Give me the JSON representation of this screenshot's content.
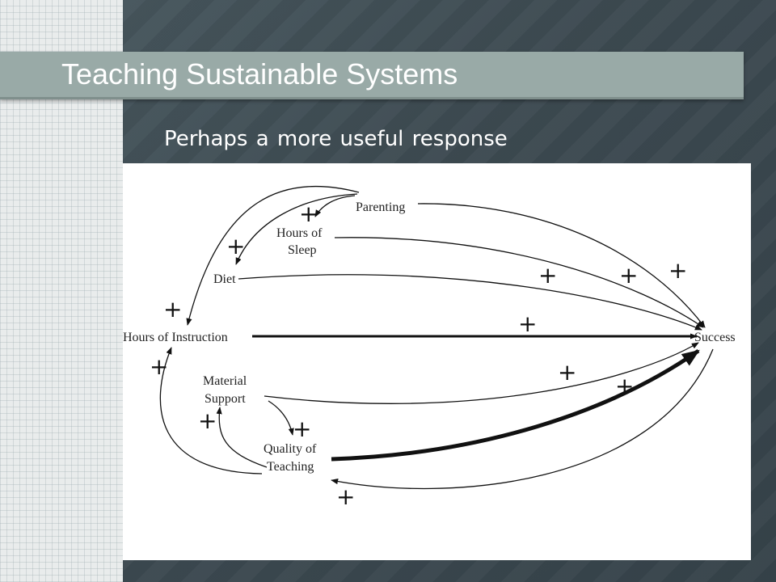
{
  "slide": {
    "title": "Teaching Sustainable Systems",
    "subtitle": "Perhaps a more useful response"
  },
  "diagram": {
    "nodes": {
      "parenting": "Parenting",
      "hours_of_sleep": [
        "Hours of",
        "Sleep"
      ],
      "diet": "Diet",
      "hours_of_instruction": "Hours of Instruction",
      "success": "Success",
      "material_support": [
        "Material",
        "Support"
      ],
      "quality_of_teaching": [
        "Quality of",
        "Teaching"
      ]
    },
    "polarity_label": "+",
    "links": [
      {
        "from": "Parenting",
        "to": "Hours of Sleep",
        "polarity": "+"
      },
      {
        "from": "Parenting",
        "to": "Diet",
        "polarity": "+"
      },
      {
        "from": "Parenting",
        "to": "Hours of Instruction",
        "polarity": "+"
      },
      {
        "from": "Parenting",
        "to": "Success",
        "polarity": "+"
      },
      {
        "from": "Hours of Sleep",
        "to": "Success",
        "polarity": "+"
      },
      {
        "from": "Diet",
        "to": "Success",
        "polarity": "+"
      },
      {
        "from": "Hours of Instruction",
        "to": "Success",
        "polarity": "+"
      },
      {
        "from": "Material Support",
        "to": "Success",
        "polarity": "+"
      },
      {
        "from": "Material Support",
        "to": "Quality of Teaching",
        "polarity": "+"
      },
      {
        "from": "Quality of Teaching",
        "to": "Material Support",
        "polarity": "+"
      },
      {
        "from": "Quality of Teaching",
        "to": "Hours of Instruction",
        "polarity": "+"
      },
      {
        "from": "Quality of Teaching",
        "to": "Success",
        "polarity": "+"
      },
      {
        "from": "Success",
        "to": "Quality of Teaching",
        "polarity": "+"
      }
    ]
  }
}
